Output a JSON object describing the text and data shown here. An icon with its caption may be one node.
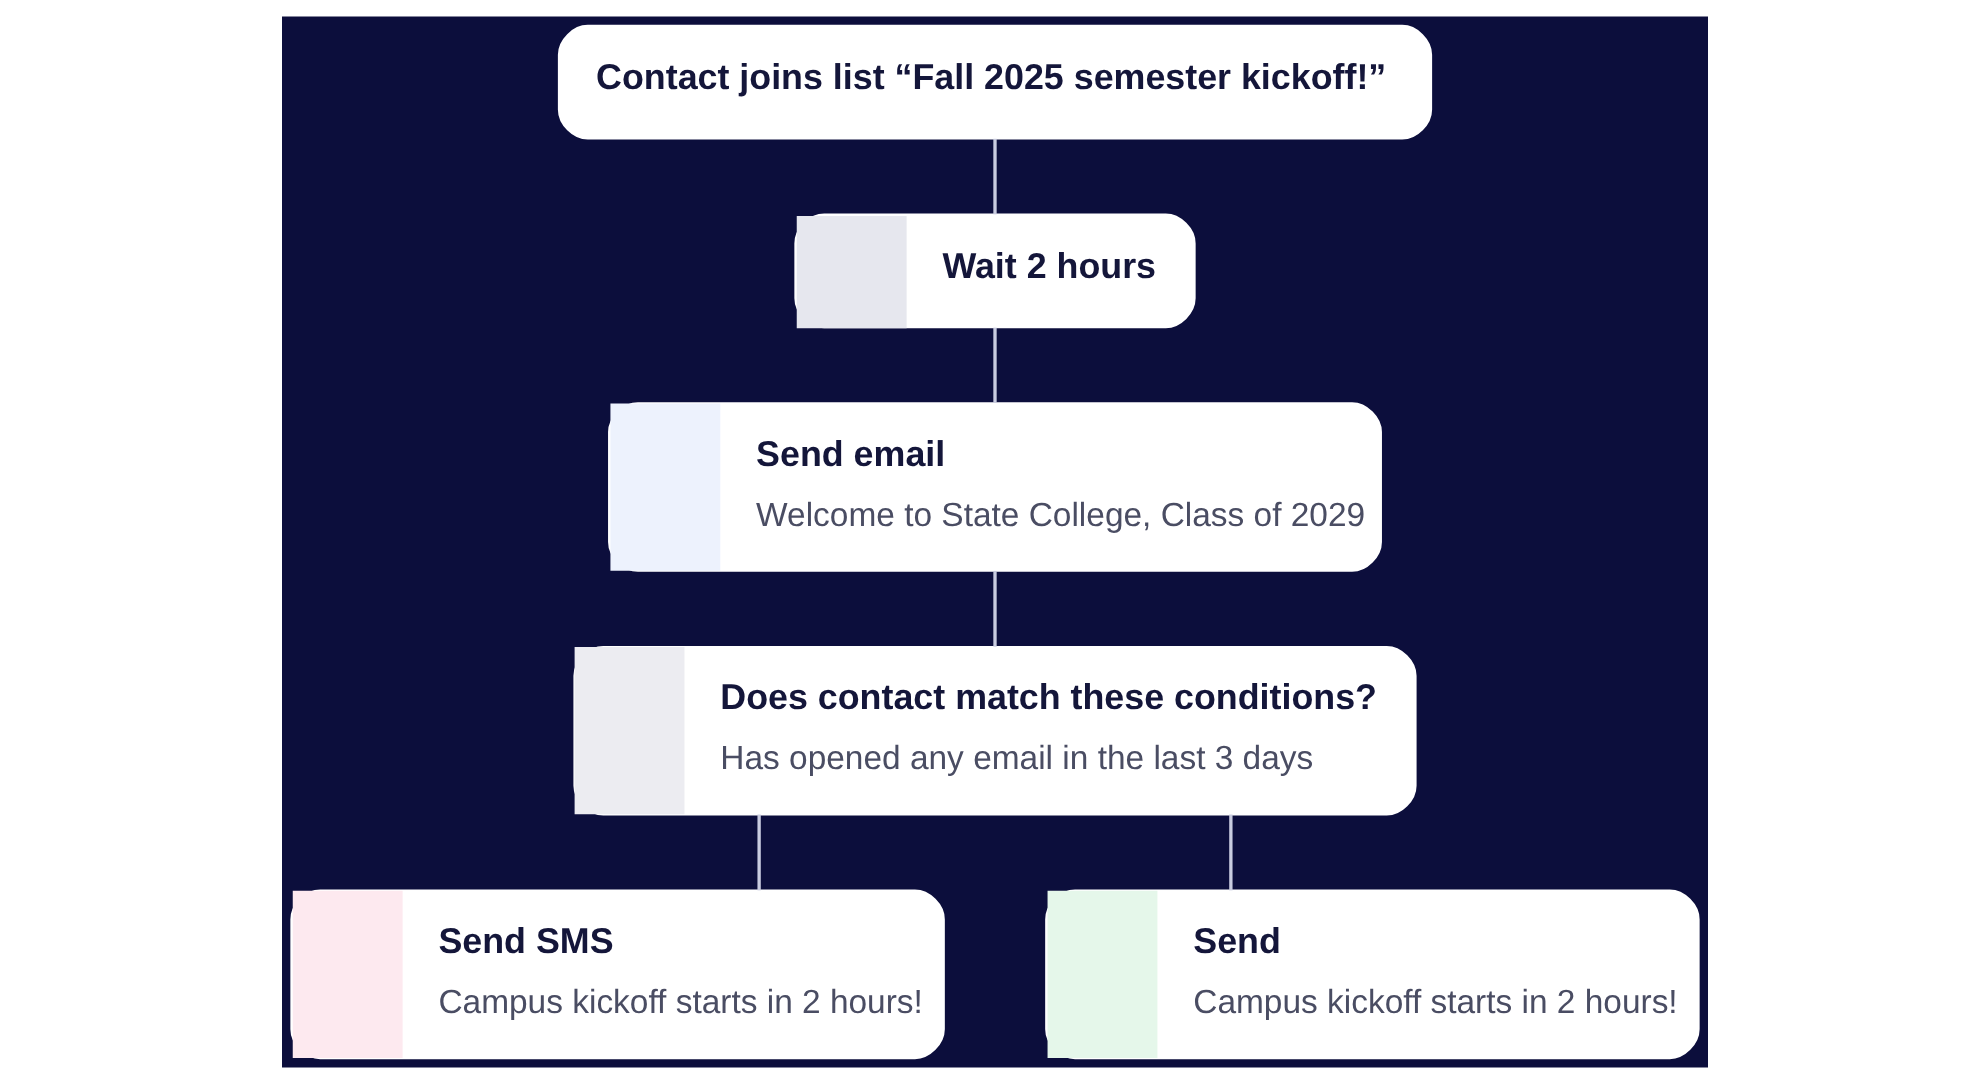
{
  "diagram": {
    "nodes": [
      {
        "text": [
          "Contact joins list “Fall 2025 semester kickoff!”"
        ]
      },
      {
        "text": [
          "Wait 2 hours"
        ]
      },
      {
        "text": [
          "Send email",
          "Welcome to State College, Class of 2029"
        ]
      },
      {
        "text": [
          "Does contact match these conditions?",
          "Has opened any email in the last 3 days"
        ]
      },
      {
        "text": [
          "Send SMS",
          "Campus kickoff starts in 2 hours!"
        ]
      },
      {
        "text": [
          "Send",
          "Campus kickoff starts in 2 hours!"
        ]
      }
    ],
    "edges": [
      {
        "from": 0,
        "to": 1,
        "arrow": "none"
      },
      {
        "from": 1,
        "to": 2,
        "arrow": "none"
      },
      {
        "from": 2,
        "to": 3,
        "arrow": "none"
      },
      {
        "from": 3,
        "to": 4,
        "arrow": "none"
      },
      {
        "from": 3,
        "to": 5,
        "arrow": "none"
      }
    ]
  }
}
